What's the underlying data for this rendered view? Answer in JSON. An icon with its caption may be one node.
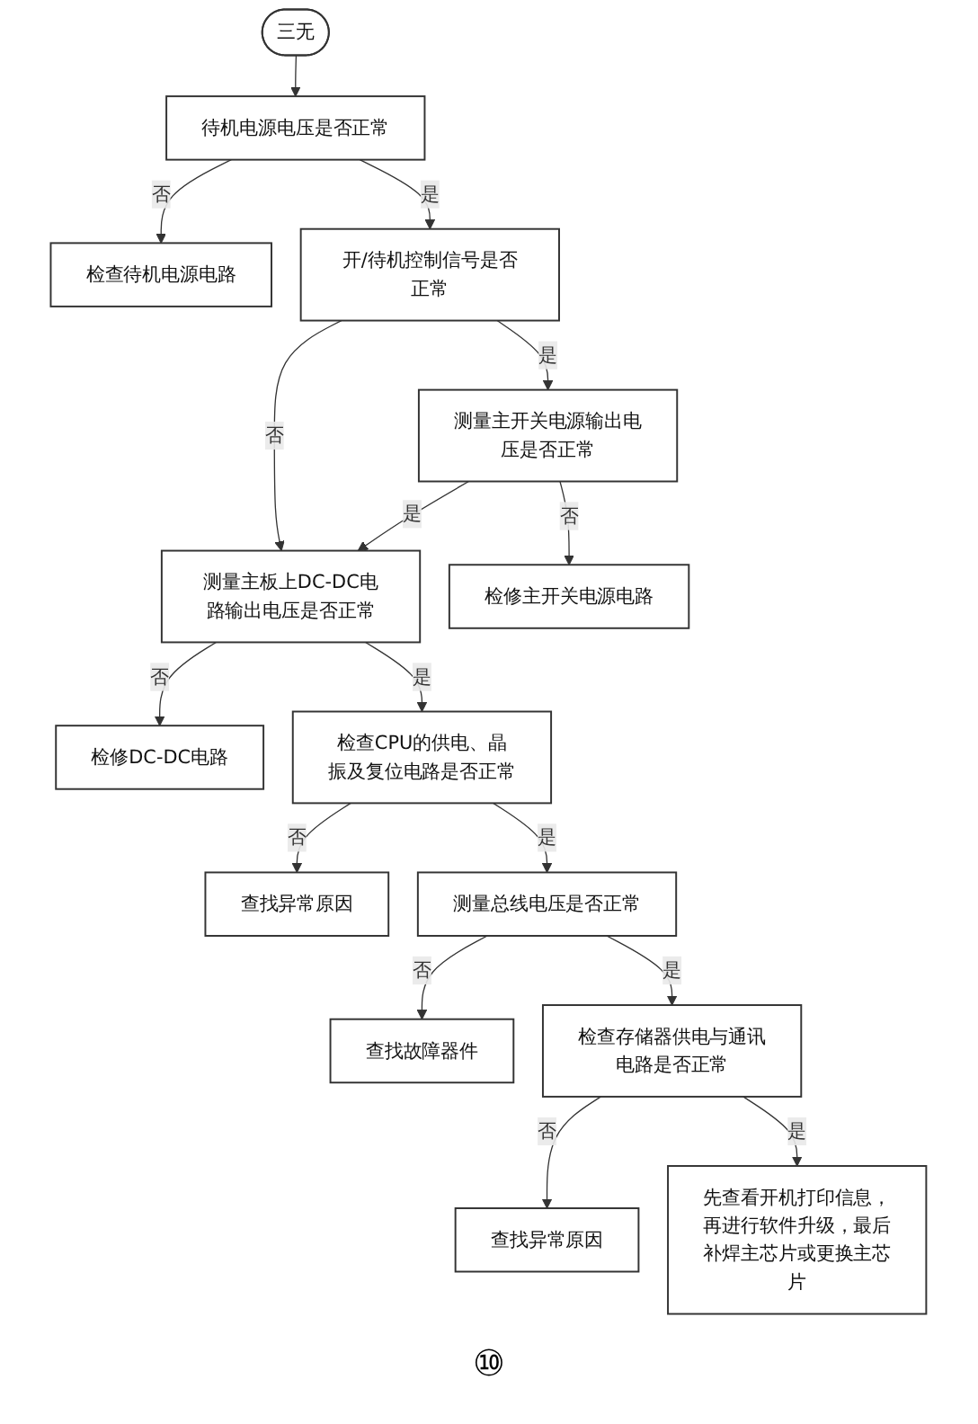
{
  "diagram": {
    "caption": "⑩",
    "nodes": [
      {
        "text": [
          "三无"
        ]
      },
      {
        "text": [
          "待机电源电压是否正常"
        ]
      },
      {
        "text": [
          "检查待机电源电路"
        ]
      },
      {
        "text": [
          "开/待机控制信号是否正常"
        ]
      },
      {
        "text": [
          "测量主开关电源输出电压是否正常"
        ]
      },
      {
        "text": [
          "测量主板上DC-DC电路输出电压是否正常"
        ]
      },
      {
        "text": [
          "检修主开关电源电路"
        ]
      },
      {
        "text": [
          "检修DC-DC电路"
        ]
      },
      {
        "text": [
          "检查CPU的供电、晶振及复位电路是否正常"
        ]
      },
      {
        "text": [
          "查找异常原因"
        ]
      },
      {
        "text": [
          "测量总线电压是否正常"
        ]
      },
      {
        "text": [
          "查找故障器件"
        ]
      },
      {
        "text": [
          "检查存储器供电与通讯电路是否正常"
        ]
      },
      {
        "text": [
          "查找异常原因"
        ]
      },
      {
        "text": [
          "先查看开机打印信息，再进行软件升级，最后补焊主芯片或更换主芯片"
        ]
      }
    ],
    "edges": [
      {
        "from": 0,
        "to": 1,
        "arrow": "to"
      },
      {
        "from": 1,
        "to": 2,
        "arrow": "to",
        "label": "否"
      },
      {
        "from": 1,
        "to": 3,
        "arrow": "to",
        "label": "是"
      },
      {
        "from": 3,
        "to": 4,
        "arrow": "to",
        "label": "是"
      },
      {
        "from": 3,
        "to": 5,
        "arrow": "to",
        "label": "否"
      },
      {
        "from": 4,
        "to": 5,
        "arrow": "to",
        "label": "是"
      },
      {
        "from": 4,
        "to": 6,
        "arrow": "to",
        "label": "否"
      },
      {
        "from": 5,
        "to": 7,
        "arrow": "to",
        "label": "否"
      },
      {
        "from": 5,
        "to": 8,
        "arrow": "to",
        "label": "是"
      },
      {
        "from": 8,
        "to": 9,
        "arrow": "to",
        "label": "否"
      },
      {
        "from": 8,
        "to": 10,
        "arrow": "to",
        "label": "是"
      },
      {
        "from": 10,
        "to": 11,
        "arrow": "to",
        "label": "否"
      },
      {
        "from": 10,
        "to": 12,
        "arrow": "to",
        "label": "是"
      },
      {
        "from": 12,
        "to": 13,
        "arrow": "to",
        "label": "否"
      },
      {
        "from": 12,
        "to": 14,
        "arrow": "to",
        "label": "是"
      }
    ]
  }
}
